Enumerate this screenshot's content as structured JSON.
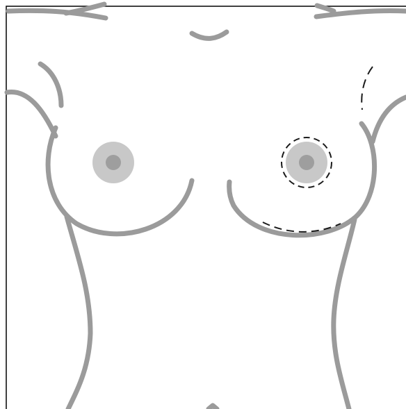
{
  "diagram": {
    "colors": {
      "outline": "#9b9b9b",
      "areola": "#c8c8c8",
      "nipple": "#9e9e9e",
      "incision": "#1a1a1a",
      "border": "#000000",
      "background": "#ffffff"
    },
    "figure": "female-torso-front-view",
    "incision_style": "dashed",
    "incisions": [
      "periareolar",
      "inframammary",
      "axillary"
    ],
    "incision_side": "left-breast"
  }
}
